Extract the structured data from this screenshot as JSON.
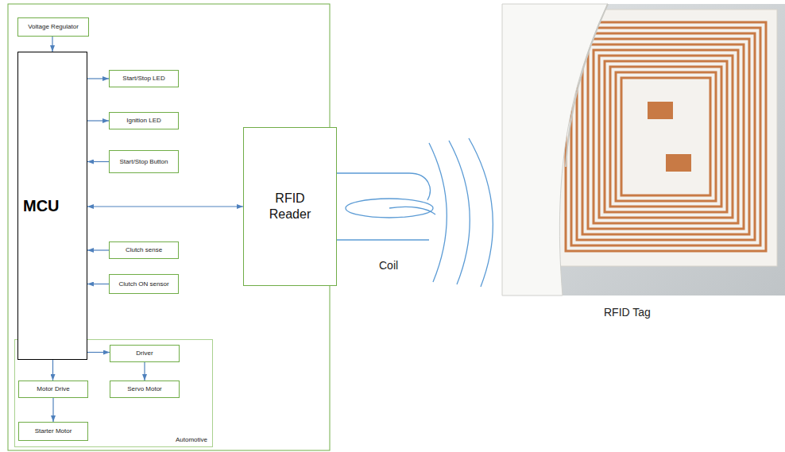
{
  "diagram": {
    "nodes": [
      {
        "text": [
          "Voltage Regulator"
        ]
      },
      {
        "text": [
          "MCU"
        ]
      },
      {
        "text": [
          "Start/Stop LED"
        ]
      },
      {
        "text": [
          "Ignition LED"
        ]
      },
      {
        "text": [
          "Start/Stop Button"
        ]
      },
      {
        "text": [
          "RFID Reader"
        ]
      },
      {
        "text": [
          "Clutch sense"
        ]
      },
      {
        "text": [
          "Clutch ON sensor"
        ]
      },
      {
        "text": [
          "Automotive"
        ]
      },
      {
        "text": [
          "Driver"
        ],
        "in": 8
      },
      {
        "text": [
          "Servo Motor"
        ],
        "in": 8
      },
      {
        "text": [
          "Motor Drive"
        ],
        "in": 8
      },
      {
        "text": [
          "Starter Motor"
        ],
        "in": 8
      }
    ],
    "edges": [
      {
        "from": 0,
        "to": 1,
        "arrow": "to"
      },
      {
        "from": 1,
        "to": 2,
        "arrow": "to"
      },
      {
        "from": 1,
        "to": 3,
        "arrow": "to"
      },
      {
        "from": 4,
        "to": 1,
        "arrow": "to"
      },
      {
        "from": 1,
        "to": 5,
        "arrow": "both"
      },
      {
        "from": 6,
        "to": 1,
        "arrow": "to"
      },
      {
        "from": 7,
        "to": 1,
        "arrow": "to"
      },
      {
        "from": 1,
        "to": 9,
        "arrow": "to"
      },
      {
        "from": 9,
        "to": 10,
        "arrow": "to"
      },
      {
        "from": 1,
        "to": 11,
        "arrow": "to"
      },
      {
        "from": 11,
        "to": 12,
        "arrow": "to"
      }
    ],
    "labels": [
      "Coil",
      "RFID Tag"
    ]
  }
}
